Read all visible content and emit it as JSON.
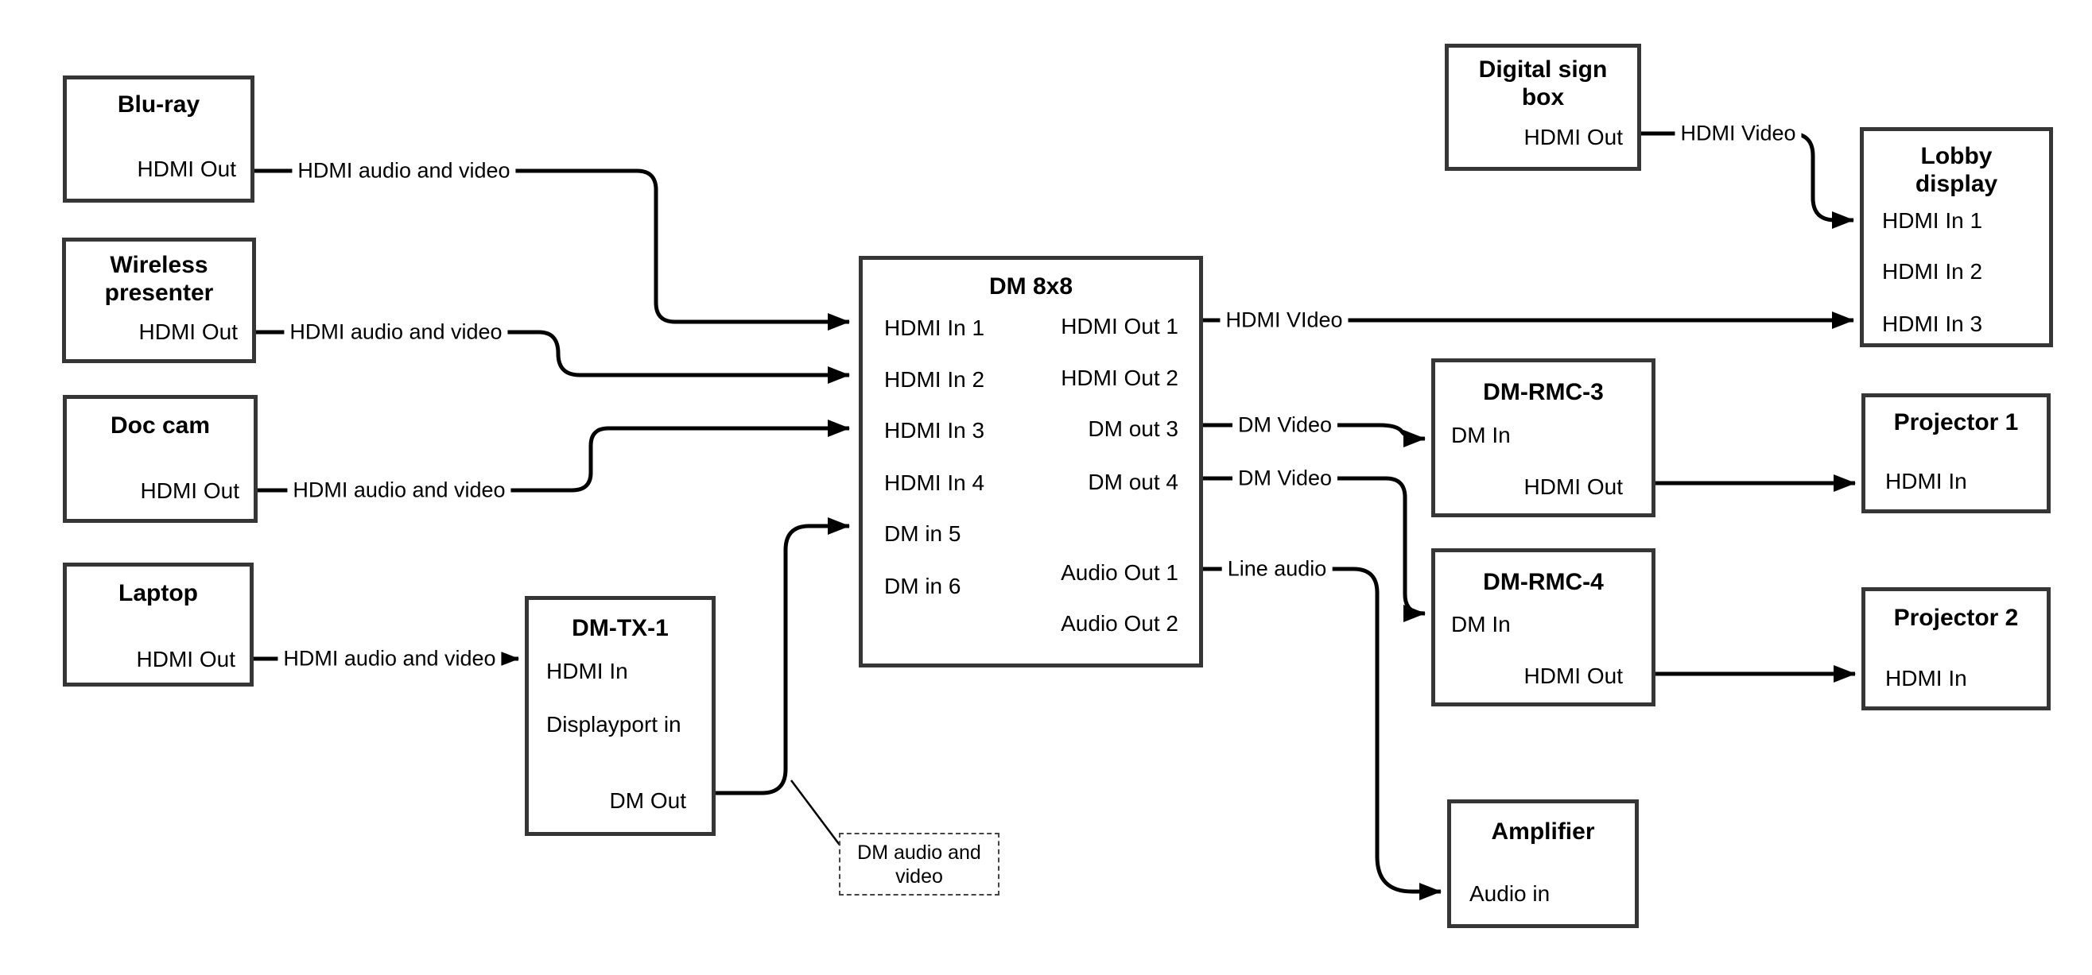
{
  "nodes": [
    {
      "id": "blu-ray",
      "title": "Blu-ray",
      "ports": [
        "HDMI Out"
      ]
    },
    {
      "id": "wireless-presenter",
      "title": "Wireless\npresenter",
      "ports": [
        "HDMI Out"
      ]
    },
    {
      "id": "doc-cam",
      "title": "Doc cam",
      "ports": [
        "HDMI Out"
      ]
    },
    {
      "id": "laptop",
      "title": "Laptop",
      "ports": [
        "HDMI Out"
      ]
    },
    {
      "id": "dm-tx-1",
      "title": "DM-TX-1",
      "ports": [
        "HDMI In",
        "Displayport in",
        "DM Out"
      ]
    },
    {
      "id": "dm-8x8",
      "title": "DM 8x8",
      "ports_left": [
        "HDMI In 1",
        "HDMI In 2",
        "HDMI In 3",
        "HDMI In 4",
        "DM in 5",
        "DM in 6"
      ],
      "ports_right": [
        "HDMI Out 1",
        "HDMI Out 2",
        "DM out 3",
        "DM out 4",
        "Audio Out 1",
        "Audio Out 2"
      ]
    },
    {
      "id": "digital-sign-box",
      "title": "Digital sign\nbox",
      "ports": [
        "HDMI Out"
      ]
    },
    {
      "id": "lobby-display",
      "title": "Lobby\ndisplay",
      "ports": [
        "HDMI In 1",
        "HDMI In 2",
        "HDMI In 3"
      ]
    },
    {
      "id": "dm-rmc-3",
      "title": "DM-RMC-3",
      "ports": [
        "DM In",
        "HDMI Out"
      ]
    },
    {
      "id": "projector-1",
      "title": "Projector 1",
      "ports": [
        "HDMI In"
      ]
    },
    {
      "id": "dm-rmc-4",
      "title": "DM-RMC-4",
      "ports": [
        "DM In",
        "HDMI Out"
      ]
    },
    {
      "id": "projector-2",
      "title": "Projector 2",
      "ports": [
        "HDMI In"
      ]
    },
    {
      "id": "amplifier",
      "title": "Amplifier",
      "ports": [
        "Audio in"
      ]
    }
  ],
  "wire_labels": [
    {
      "id": "bluray-line",
      "text": "HDMI audio and video"
    },
    {
      "id": "wireless-line",
      "text": "HDMI audio and video"
    },
    {
      "id": "doccam-line",
      "text": "HDMI audio and video"
    },
    {
      "id": "laptop-line",
      "text": "HDMI audio and video"
    },
    {
      "id": "hdmi-out1-line",
      "text": "HDMI VIdeo"
    },
    {
      "id": "dm-out3-line",
      "text": "DM Video"
    },
    {
      "id": "dm-out4-line",
      "text": "DM Video"
    },
    {
      "id": "audio-out1-line",
      "text": "Line audio"
    },
    {
      "id": "digital-sign-line",
      "text": "HDMI Video"
    }
  ],
  "annotation": {
    "text": "DM audio and\nvideo"
  },
  "colors": {
    "background": "#ffffff",
    "box_border": "#363636",
    "wire": "#000000",
    "text": "#000000"
  }
}
